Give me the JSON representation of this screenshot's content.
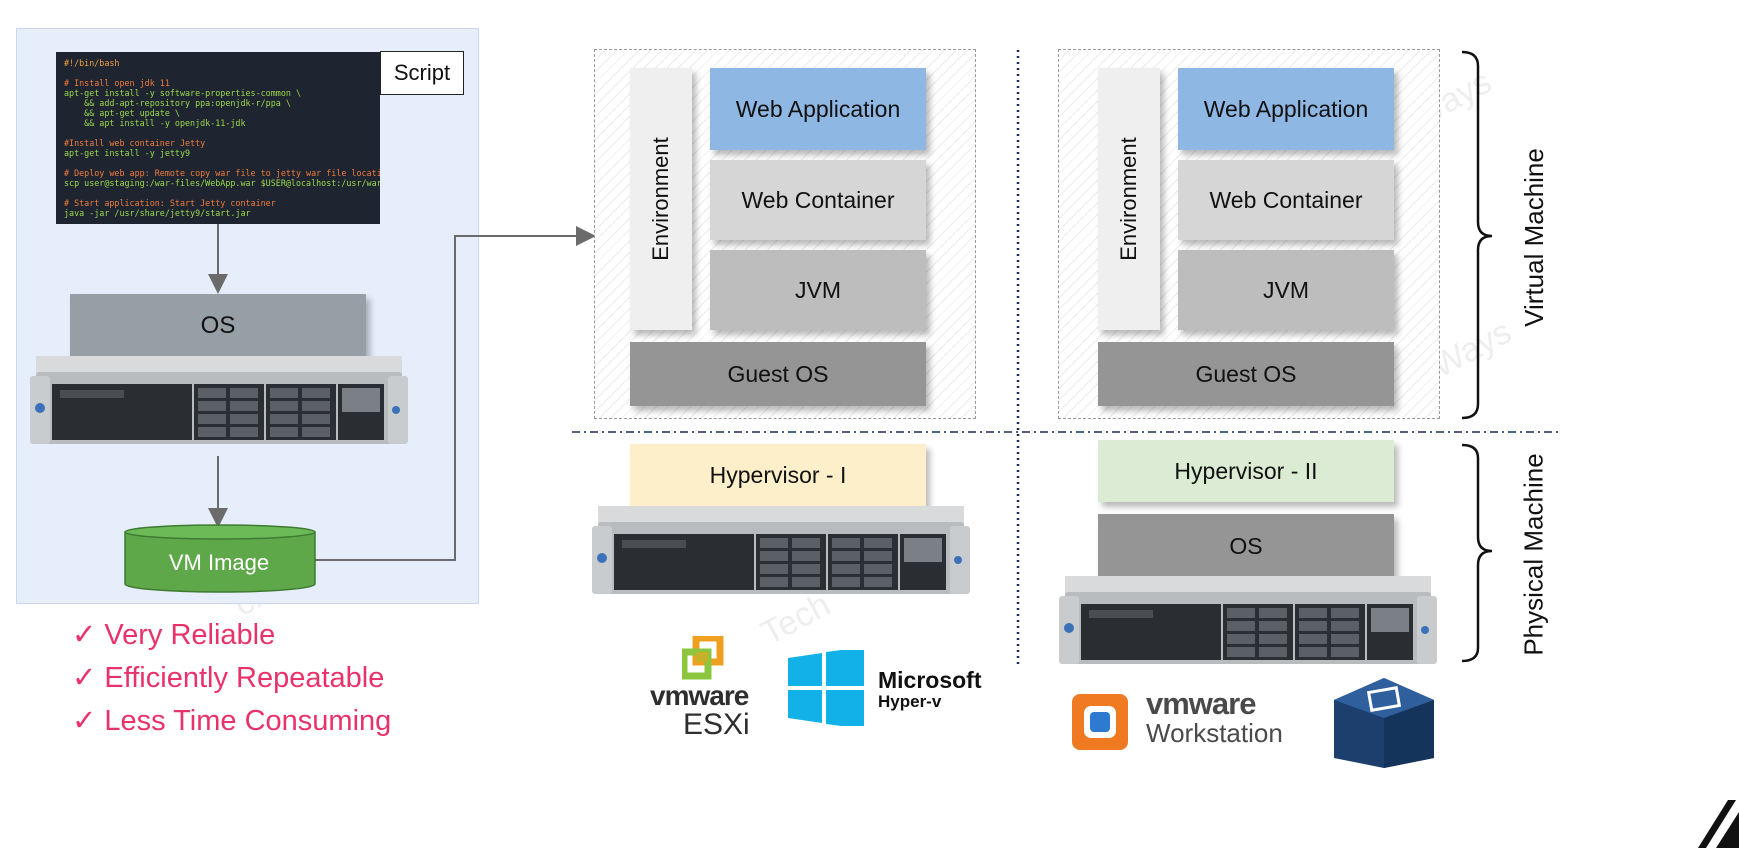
{
  "script_panel": {
    "code_lines": [
      {
        "text": "#!/bin/bash",
        "kind": "shebang"
      },
      {
        "text": "",
        "kind": "blank"
      },
      {
        "text": "# Install open jdk 11",
        "kind": "comment"
      },
      {
        "text": "apt-get install -y software-properties-common \\",
        "kind": "cmd"
      },
      {
        "text": "    && add-apt-repository ppa:openjdk-r/ppa \\",
        "kind": "cmd"
      },
      {
        "text": "    && apt-get update \\",
        "kind": "cmd"
      },
      {
        "text": "    && apt install -y openjdk-11-jdk",
        "kind": "cmd"
      },
      {
        "text": "",
        "kind": "blank"
      },
      {
        "text": "#Install web container Jetty",
        "kind": "comment"
      },
      {
        "text": "apt-get install -y jetty9",
        "kind": "cmd"
      },
      {
        "text": "",
        "kind": "blank"
      },
      {
        "text": "# Deploy web app: Remote copy war file to jetty war file location",
        "kind": "comment"
      },
      {
        "text": "scp user@staging:/war-files/WebApp.war $USER@localhost:/usr/war/",
        "kind": "cmd"
      },
      {
        "text": "",
        "kind": "blank"
      },
      {
        "text": "# Start application: Start Jetty container",
        "kind": "comment"
      },
      {
        "text": "java -jar /usr/share/jetty9/start.jar",
        "kind": "cmd"
      }
    ],
    "script_label": "Script",
    "os_label": "OS",
    "vm_image_label": "VM Image"
  },
  "benefits": [
    {
      "check": "✓",
      "text": "Very Reliable"
    },
    {
      "check": "✓",
      "text": "Efficiently Repeatable"
    },
    {
      "check": "✓",
      "text": "Less Time Consuming"
    }
  ],
  "stack_type1": {
    "environment": "Environment",
    "web_application": "Web Application",
    "web_container": "Web Container",
    "jvm": "JVM",
    "guest_os": "Guest OS",
    "hypervisor": "Hypervisor - I"
  },
  "stack_type2": {
    "environment": "Environment",
    "web_application": "Web Application",
    "web_container": "Web Container",
    "jvm": "JVM",
    "guest_os": "Guest OS",
    "hypervisor": "Hypervisor - II",
    "host_os": "OS"
  },
  "brace_labels": {
    "virtual": "Virtual Machine",
    "physical": "Physical Machine"
  },
  "logos": {
    "vmware_esxi": {
      "brand": "vmware",
      "product": "ESXi"
    },
    "hyperv": {
      "brand": "Microsoft",
      "product": "Hyper-v"
    },
    "vmware_workstation": {
      "brand": "vmware",
      "product": "Workstation"
    },
    "virtualbox": {
      "icon": "virtualbox-icon"
    },
    "parallels": {
      "icon": "parallels-icon"
    }
  },
  "colors": {
    "web_application": "#8fb7e3",
    "web_container": "#d6d6d6",
    "jvm": "#bdbdbd",
    "guest_os": "#959595",
    "hypervisor_1": "#fcefc9",
    "hypervisor_2": "#dcebd4",
    "vm_image": "#5ea84a",
    "benefit_text": "#e8336a",
    "divider": "#1b2a5c"
  }
}
